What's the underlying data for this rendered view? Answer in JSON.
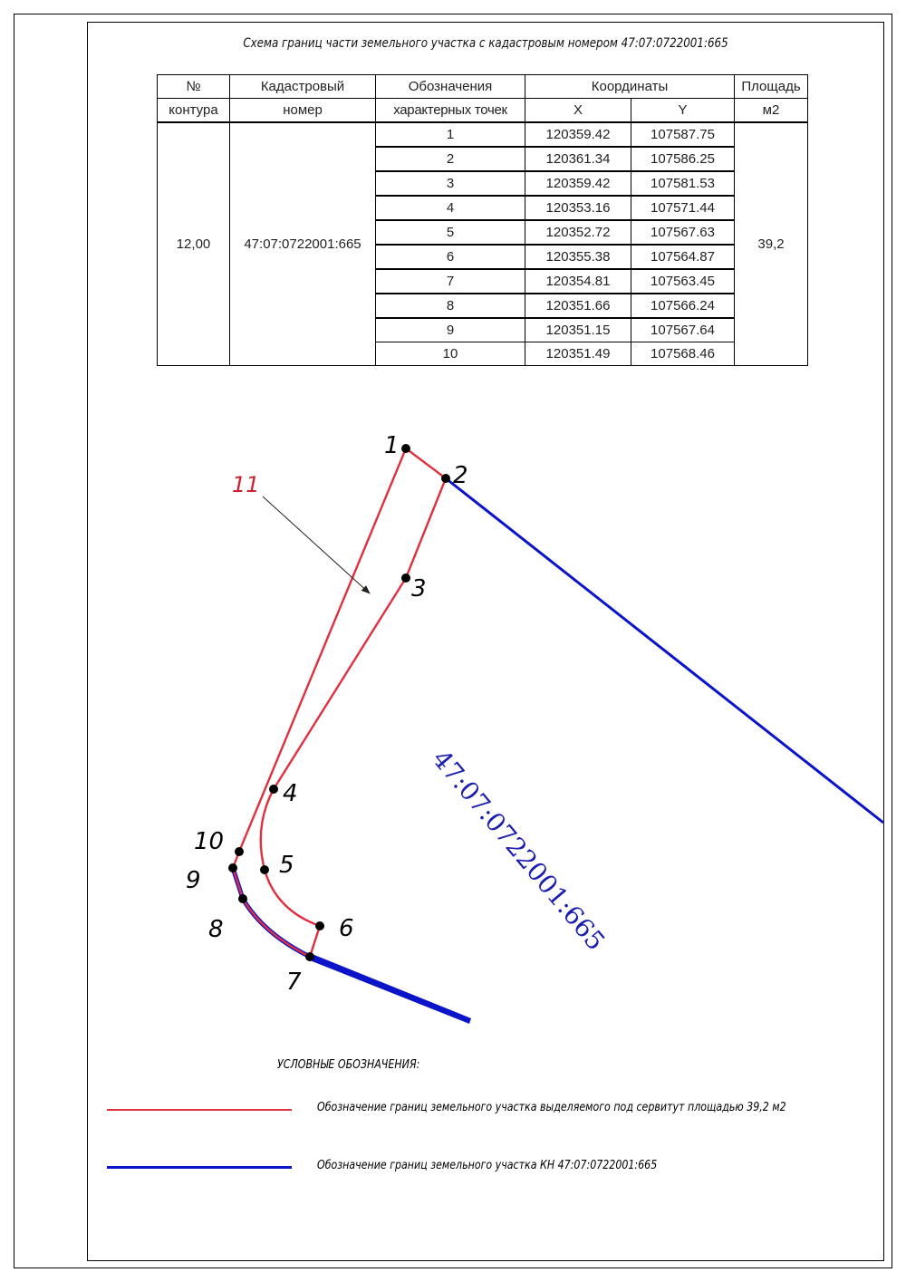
{
  "title": "Схема границ части земельного участка с кадастровым номером 47:07:0722001:665",
  "table": {
    "headers": {
      "contour_1": "№",
      "contour_2": "контура",
      "cadnum_1": "Кадастровый",
      "cadnum_2": "номер",
      "points_1": "Обозначения",
      "points_2": "характерных точек",
      "coords": "Координаты",
      "x": "X",
      "y": "Y",
      "area_1": "Площадь",
      "area_2": "м2"
    },
    "contour": "12,00",
    "cadastral_number": "47:07:0722001:665",
    "area": "39,2",
    "rows": [
      {
        "n": "1",
        "x": "120359.42",
        "y": "107587.75"
      },
      {
        "n": "2",
        "x": "120361.34",
        "y": "107586.25"
      },
      {
        "n": "3",
        "x": "120359.42",
        "y": "107581.53"
      },
      {
        "n": "4",
        "x": "120353.16",
        "y": "107571.44"
      },
      {
        "n": "5",
        "x": "120352.72",
        "y": "107567.63"
      },
      {
        "n": "6",
        "x": "120355.38",
        "y": "107564.87"
      },
      {
        "n": "7",
        "x": "120354.81",
        "y": "107563.45"
      },
      {
        "n": "8",
        "x": "120351.66",
        "y": "107566.24"
      },
      {
        "n": "9",
        "x": "120351.15",
        "y": "107567.64"
      },
      {
        "n": "10",
        "x": "120351.49",
        "y": "107568.46"
      }
    ]
  },
  "map": {
    "area_label": "11",
    "parcel_label": "47:07:0722001:665",
    "point_labels": [
      "1",
      "2",
      "3",
      "4",
      "5",
      "6",
      "7",
      "8",
      "9",
      "10"
    ],
    "colors": {
      "servitude": "#e03040",
      "parcel": "#0b14c8"
    }
  },
  "legend": {
    "title": "УСЛОВНЫЕ ОБОЗНАЧЕНИЯ:",
    "items": [
      {
        "text": "Обозначение границ земельного участка выделяемого под сервитут площадью 39,2 м2",
        "color": "#e03040"
      },
      {
        "text": "Обозначение границ земельного участка КН 47:07:0722001:665",
        "color": "#0b14c8"
      }
    ]
  }
}
